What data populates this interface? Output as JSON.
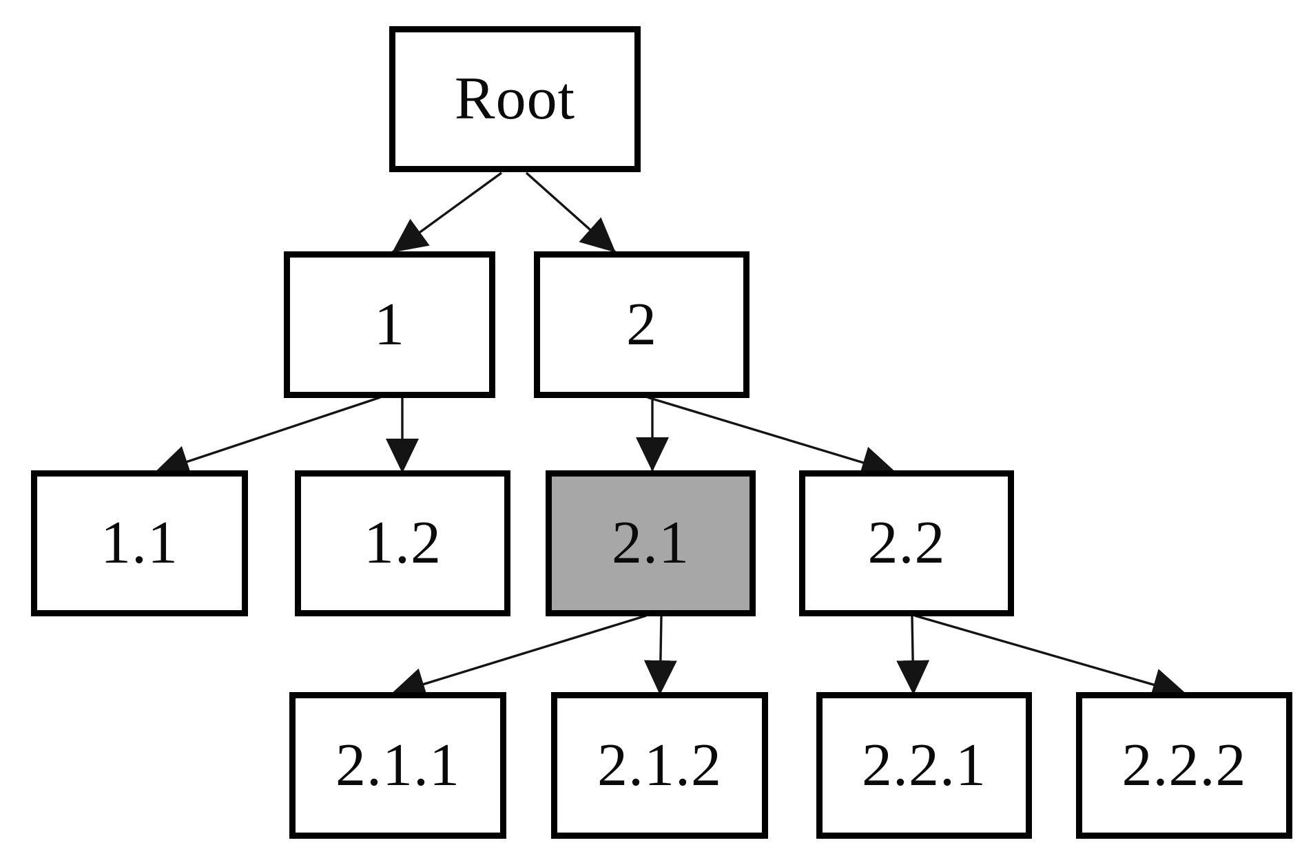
{
  "figure": {
    "type": "tree-diagram",
    "colors": {
      "background": "#ffffff",
      "node_fill": "#ffffff",
      "highlighted_node_fill": "#a7a7a7",
      "node_border": "#000000",
      "edge": "#141414",
      "text": "#0a0a0a"
    },
    "nodes": [
      {
        "id": "root",
        "label": "Root",
        "highlighted": false
      },
      {
        "id": "1",
        "label": "1",
        "highlighted": false
      },
      {
        "id": "2",
        "label": "2",
        "highlighted": false
      },
      {
        "id": "1.1",
        "label": "1.1",
        "highlighted": false
      },
      {
        "id": "1.2",
        "label": "1.2",
        "highlighted": false
      },
      {
        "id": "2.1",
        "label": "2.1",
        "highlighted": true
      },
      {
        "id": "2.2",
        "label": "2.2",
        "highlighted": false
      },
      {
        "id": "2.1.1",
        "label": "2.1.1",
        "highlighted": false
      },
      {
        "id": "2.1.2",
        "label": "2.1.2",
        "highlighted": false
      },
      {
        "id": "2.2.1",
        "label": "2.2.1",
        "highlighted": false
      },
      {
        "id": "2.2.2",
        "label": "2.2.2",
        "highlighted": false
      }
    ],
    "edges": [
      {
        "from": "Root",
        "to": "1"
      },
      {
        "from": "Root",
        "to": "2"
      },
      {
        "from": "1",
        "to": "1.1"
      },
      {
        "from": "1",
        "to": "1.2"
      },
      {
        "from": "2",
        "to": "2.1"
      },
      {
        "from": "2",
        "to": "2.2"
      },
      {
        "from": "2.1",
        "to": "2.1.1"
      },
      {
        "from": "2.1",
        "to": "2.1.2"
      },
      {
        "from": "2.2",
        "to": "2.2.1"
      },
      {
        "from": "2.2",
        "to": "2.2.2"
      }
    ]
  }
}
